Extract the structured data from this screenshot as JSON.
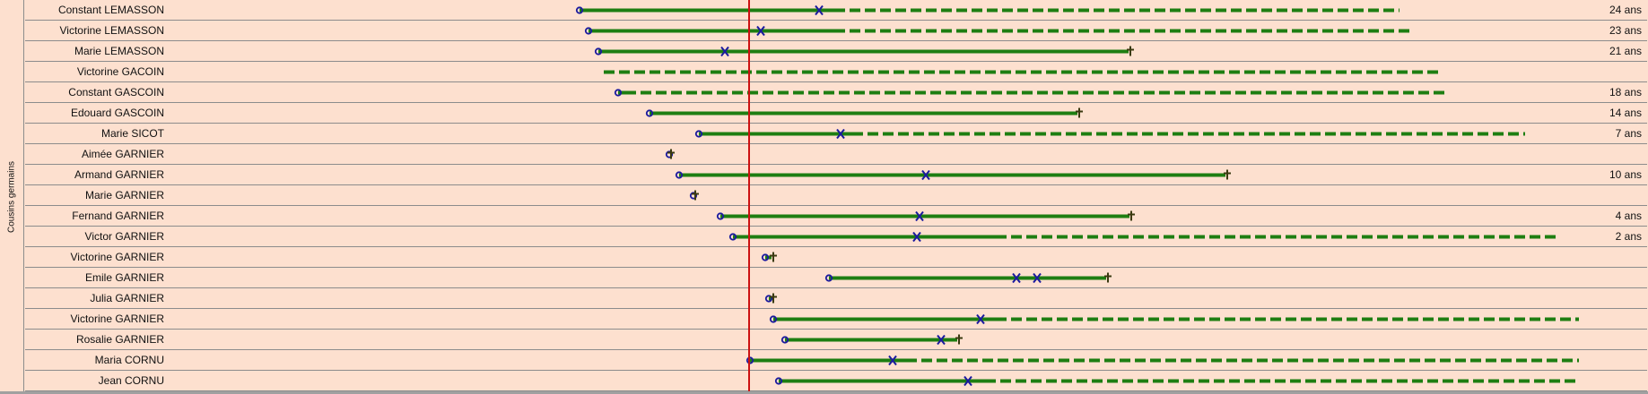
{
  "group_label": "Cousins germains",
  "colors": {
    "line": "#1e7e12",
    "birth": "#1a1a9e",
    "marker": "#cc1111",
    "cross": "#1a1a9e"
  },
  "rows": [
    {
      "name": "Constant LEMASSON",
      "age": "24 ans",
      "start": 646,
      "solid_end": 930,
      "dashed_end": 1560,
      "crosses": [
        913
      ],
      "death": null,
      "birth_marker": true
    },
    {
      "name": "Victorine LEMASSON",
      "age": "23 ans",
      "start": 656,
      "solid_end": 930,
      "dashed_end": 1573,
      "crosses": [
        848
      ],
      "death": null,
      "birth_marker": true
    },
    {
      "name": "Marie LEMASSON",
      "age": "21 ans",
      "start": 667,
      "solid_end": 1258,
      "dashed_end": null,
      "crosses": [
        808
      ],
      "death": 1258,
      "birth_marker": true
    },
    {
      "name": "Victorine GACOIN",
      "age": "",
      "start": 673,
      "solid_end": 673,
      "dashed_end": 1605,
      "crosses": [],
      "death": null,
      "birth_marker": false
    },
    {
      "name": "Constant GASCOIN",
      "age": "18 ans",
      "start": 689,
      "solid_end": 697,
      "dashed_end": 1613,
      "crosses": [],
      "death": null,
      "birth_marker": true
    },
    {
      "name": "Edouard GASCOIN",
      "age": "14 ans",
      "start": 724,
      "solid_end": 1201,
      "dashed_end": null,
      "crosses": [],
      "death": 1201,
      "birth_marker": true
    },
    {
      "name": "Marie SICOT",
      "age": "7 ans",
      "start": 779,
      "solid_end": 950,
      "dashed_end": 1700,
      "crosses": [
        937
      ],
      "death": null,
      "birth_marker": true
    },
    {
      "name": "Aimée GARNIER",
      "age": "",
      "start": 746,
      "solid_end": 746,
      "dashed_end": null,
      "crosses": [],
      "death": 746,
      "birth_marker": true
    },
    {
      "name": "Armand GARNIER",
      "age": "10 ans",
      "start": 757,
      "solid_end": 1366,
      "dashed_end": null,
      "crosses": [
        1032
      ],
      "death": 1366,
      "birth_marker": true
    },
    {
      "name": "Marie GARNIER",
      "age": "",
      "start": 773,
      "solid_end": 773,
      "dashed_end": null,
      "crosses": [],
      "death": 773,
      "birth_marker": true
    },
    {
      "name": "Fernand GARNIER",
      "age": "4 ans",
      "start": 803,
      "solid_end": 1259,
      "dashed_end": null,
      "crosses": [
        1025
      ],
      "death": 1259,
      "birth_marker": true
    },
    {
      "name": "Victor GARNIER",
      "age": "2 ans",
      "start": 817,
      "solid_end": 1110,
      "dashed_end": 1737,
      "crosses": [
        1022
      ],
      "death": null,
      "birth_marker": true
    },
    {
      "name": "Victorine GARNIER",
      "age": "",
      "start": 853,
      "solid_end": 860,
      "dashed_end": null,
      "crosses": [],
      "death": 860,
      "birth_marker": true
    },
    {
      "name": "Emile GARNIER",
      "age": "",
      "start": 924,
      "solid_end": 1233,
      "dashed_end": null,
      "crosses": [
        1133,
        1156
      ],
      "death": 1233,
      "birth_marker": true
    },
    {
      "name": "Julia GARNIER",
      "age": "",
      "start": 857,
      "solid_end": 860,
      "dashed_end": null,
      "crosses": [],
      "death": 860,
      "birth_marker": true
    },
    {
      "name": "Victorine GARNIER",
      "age": "",
      "start": 862,
      "solid_end": 1110,
      "dashed_end": 1760,
      "crosses": [
        1093
      ],
      "death": null,
      "birth_marker": true
    },
    {
      "name": "Rosalie GARNIER",
      "age": "",
      "start": 875,
      "solid_end": 1067,
      "dashed_end": null,
      "crosses": [
        1049
      ],
      "death": 1067,
      "birth_marker": true
    },
    {
      "name": "Maria CORNU",
      "age": "",
      "start": 836,
      "solid_end": 1010,
      "dashed_end": 1760,
      "crosses": [
        995
      ],
      "death": null,
      "birth_marker": true
    },
    {
      "name": "Jean CORNU",
      "age": "",
      "start": 868,
      "solid_end": 1098,
      "dashed_end": 1760,
      "crosses": [
        1079
      ],
      "death": null,
      "birth_marker": true
    }
  ]
}
